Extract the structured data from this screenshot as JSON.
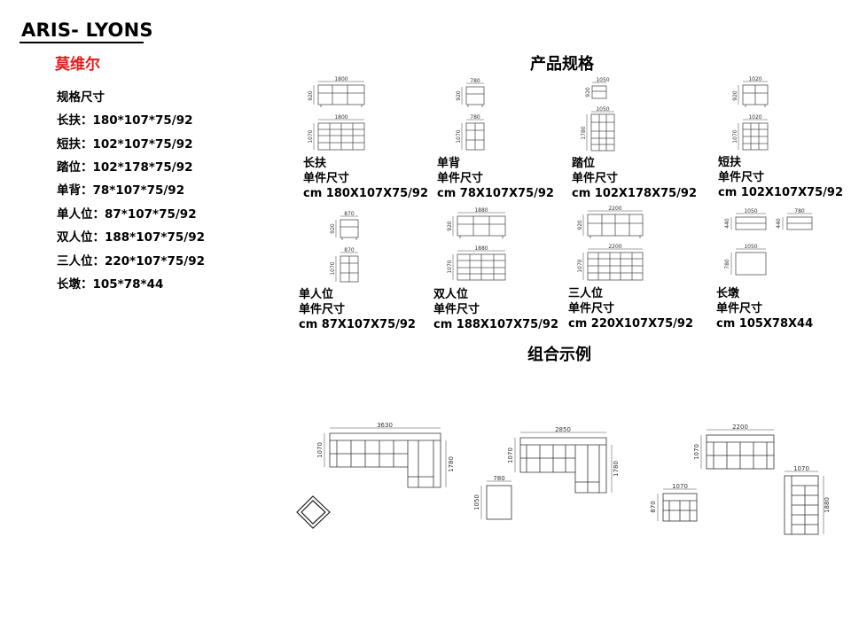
{
  "header": {
    "brand": "ARIS- LYONS",
    "model_name": "莫维尔"
  },
  "specs": {
    "heading": "规格尺寸",
    "items": [
      "长扶：180*107*75/92",
      "短扶：102*107*75/92",
      "踏位：102*178*75/92",
      "单背：78*107*75/92",
      "单人位：87*107*75/92",
      "双人位：188*107*75/92",
      "三人位：220*107*75/92",
      "长墩：105*78*44"
    ]
  },
  "sections": {
    "product_spec": "产品规格",
    "combination": "组合示例"
  },
  "products": [
    {
      "name": "长扶",
      "unit_label": "单件尺寸",
      "size": "cm 180X107X75/92",
      "dims": {
        "top_w": "1800",
        "top_h": "920",
        "bot_w": "1800",
        "bot_h": "1070"
      }
    },
    {
      "name": "单背",
      "unit_label": "单件尺寸",
      "size": "cm 78X107X75/92",
      "dims": {
        "top_w": "780",
        "top_h": "920",
        "bot_w": "780",
        "bot_h": "1070"
      }
    },
    {
      "name": "踏位",
      "unit_label": "单件尺寸",
      "size": "cm 102X178X75/92",
      "dims": {
        "top_w": "1050",
        "top_h": "920",
        "bot_w": "1050",
        "bot_h": "1780"
      }
    },
    {
      "name": "短扶",
      "unit_label": "单件尺寸",
      "size": "cm 102X107X75/92",
      "dims": {
        "top_w": "1020",
        "top_h": "920",
        "bot_w": "1020",
        "bot_h": "1070"
      }
    },
    {
      "name": "单人位",
      "unit_label": "单件尺寸",
      "size": "cm 87X107X75/92",
      "dims": {
        "top_w": "870",
        "top_h": "920",
        "bot_w": "870",
        "bot_h": "1070"
      }
    },
    {
      "name": "双人位",
      "unit_label": "单件尺寸",
      "size": "cm 188X107X75/92",
      "dims": {
        "top_w": "1880",
        "top_h": "920",
        "bot_w": "1880",
        "bot_h": "1070"
      }
    },
    {
      "name": "三人位",
      "unit_label": "单件尺寸",
      "size": "cm 220X107X75/92",
      "dims": {
        "top_w": "2200",
        "top_h": "920",
        "bot_w": "2200",
        "bot_h": "1070"
      }
    },
    {
      "name": "长墩",
      "unit_label": "单件尺寸",
      "size": "cm 105X78X44",
      "dims": {
        "top_w1": "1050",
        "top_h1": "440",
        "top_w2": "780",
        "top_h2": "440",
        "bot_w": "1050",
        "bot_h": "780"
      }
    }
  ],
  "combos": [
    {
      "w": "3630",
      "h": "1070",
      "depth": "1780"
    },
    {
      "w": "2850",
      "h": "1070",
      "depth": "1780",
      "ottoman_w": "780",
      "ottoman_h": "1050"
    },
    {
      "w": "2200",
      "h": "1070",
      "unit2_w": "1070",
      "unit2_h": "870",
      "unit3_w": "1070",
      "unit3_h": "1880"
    }
  ]
}
